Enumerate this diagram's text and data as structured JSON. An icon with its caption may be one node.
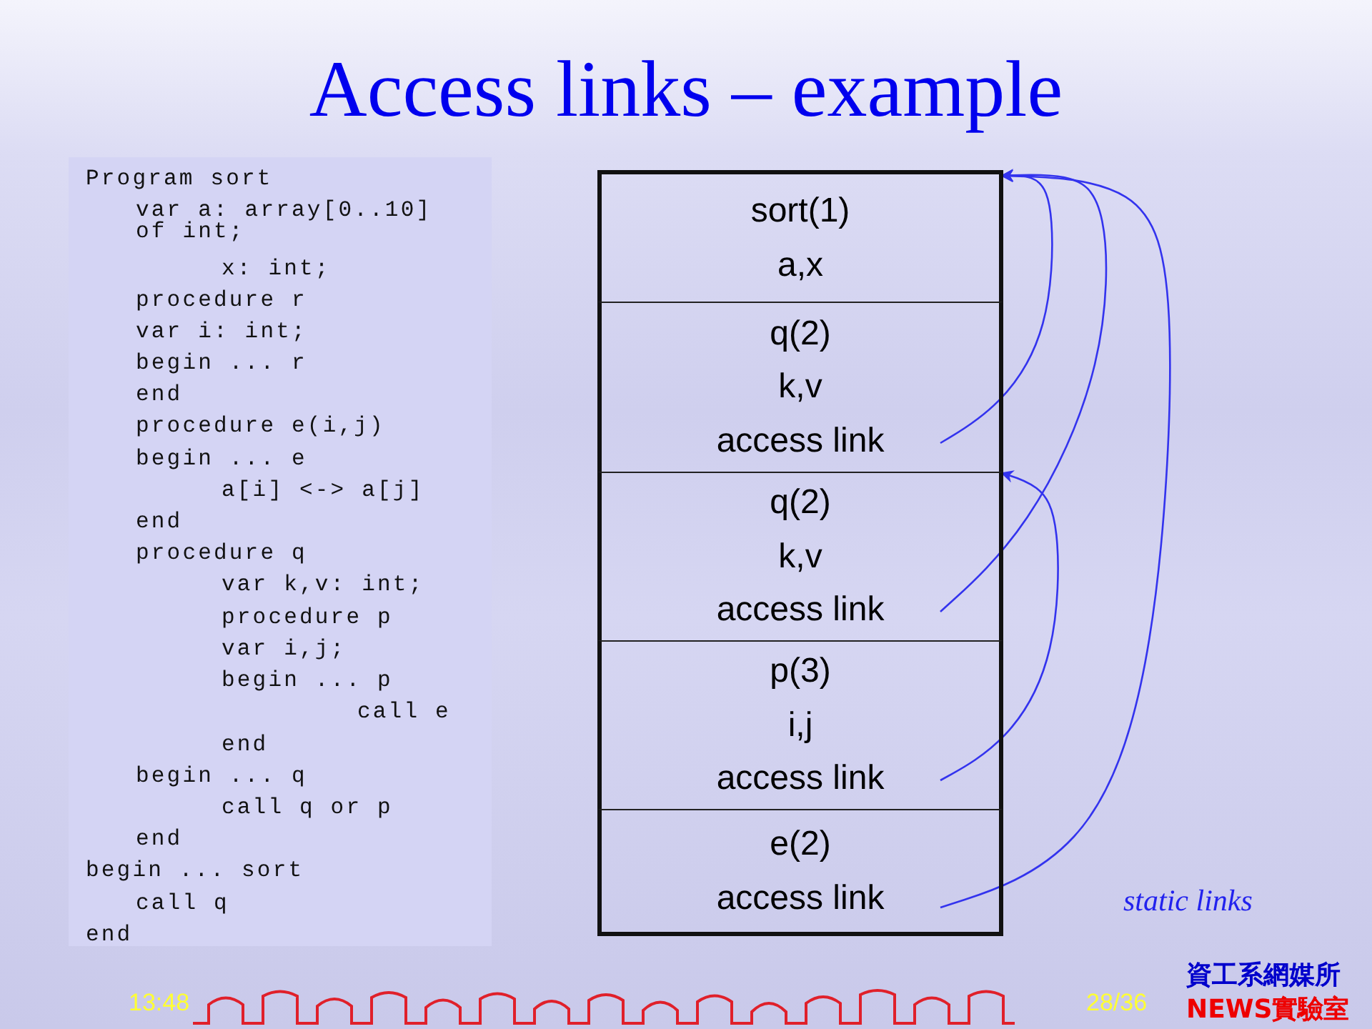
{
  "diagram": {
    "title": "Access links – example",
    "nodes": [
      {
        "text": [
          "Program sort",
          "var a: array[0..10] of int;",
          "x: int;",
          "procedure r",
          "var i: int;",
          "begin ... r",
          "end",
          "procedure e(i,j)",
          "begin ... e",
          "a[i] <-> a[j]",
          "end",
          "procedure q",
          "var k,v: int;",
          "procedure p",
          "var i,j;",
          "begin ... p",
          "call e",
          "end",
          "begin ... q",
          "call q or p",
          "end",
          "begin ... sort",
          "call q",
          "end"
        ]
      },
      {
        "text": [
          "sort(1)",
          "a,x"
        ]
      },
      {
        "text": [
          "q(2)",
          "k,v",
          "access link"
        ]
      },
      {
        "text": [
          "q(2)",
          "k,v",
          "access link"
        ]
      },
      {
        "text": [
          "p(3)",
          "i,j",
          "access link"
        ]
      },
      {
        "text": [
          "e(2)",
          "access link"
        ]
      }
    ],
    "edges": [
      {
        "from": 2,
        "to": 1,
        "arrow": "to"
      },
      {
        "from": 3,
        "to": 1,
        "arrow": "to"
      },
      {
        "from": 4,
        "to": 3,
        "arrow": "to"
      },
      {
        "from": 5,
        "to": 1,
        "arrow": "to"
      }
    ],
    "labels": [
      "static links",
      "13:48",
      "28/36",
      "資工系網媒所",
      "NEWS實驗室"
    ]
  }
}
